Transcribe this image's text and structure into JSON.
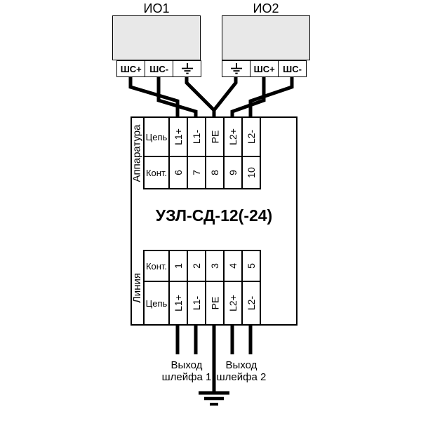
{
  "colors": {
    "background": "#ffffff",
    "line": "#000000",
    "device_fill": "#e8e8e8"
  },
  "devices": [
    {
      "label": "ИО1",
      "terminals": [
        {
          "label": "ШС+"
        },
        {
          "label": "ШС-"
        },
        {
          "icon": "ground"
        }
      ]
    },
    {
      "label": "ИО2",
      "terminals": [
        {
          "icon": "ground"
        },
        {
          "label": "ШС+"
        },
        {
          "label": "ШС-"
        }
      ]
    }
  ],
  "module": {
    "title": "УЗЛ-СД-12(-24)",
    "top_block": {
      "side_label": "Аппаратура",
      "circuit_header": "Цепь",
      "contact_header": "Конт.",
      "circuits": [
        "L1+",
        "L1-",
        "PE",
        "L2+",
        "L2-"
      ],
      "contacts": [
        "6",
        "7",
        "8",
        "9",
        "10"
      ]
    },
    "bottom_block": {
      "side_label": "Линия",
      "contact_header": "Конт.",
      "circuit_header": "Цепь",
      "contacts": [
        "1",
        "2",
        "3",
        "4",
        "5"
      ],
      "circuits": [
        "L1+",
        "L1-",
        "PE",
        "L2+",
        "L2-"
      ]
    }
  },
  "outputs": [
    {
      "line1": "Выход",
      "line2": "шлейфа 1"
    },
    {
      "line1": "Выход",
      "line2": "шлейфа 2"
    }
  ]
}
